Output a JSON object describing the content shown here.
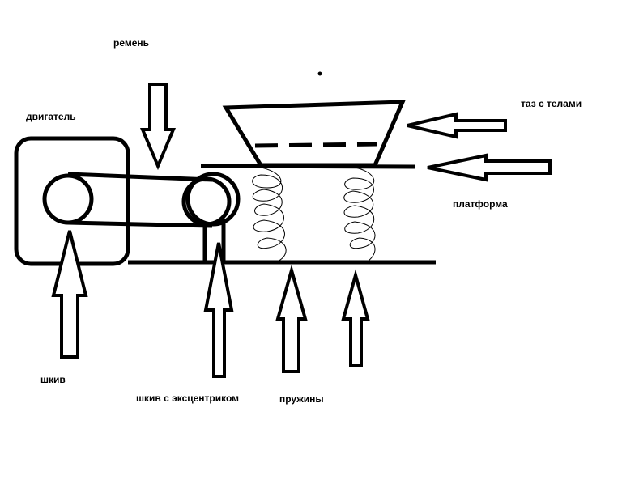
{
  "labels": {
    "belt": "ремень",
    "motor": "двигатель",
    "basin": "таз с телами",
    "platform": "платформа",
    "pulley": "шкив",
    "eccentric_pulley": "шкив с эксцентриком",
    "springs": "пружины"
  }
}
